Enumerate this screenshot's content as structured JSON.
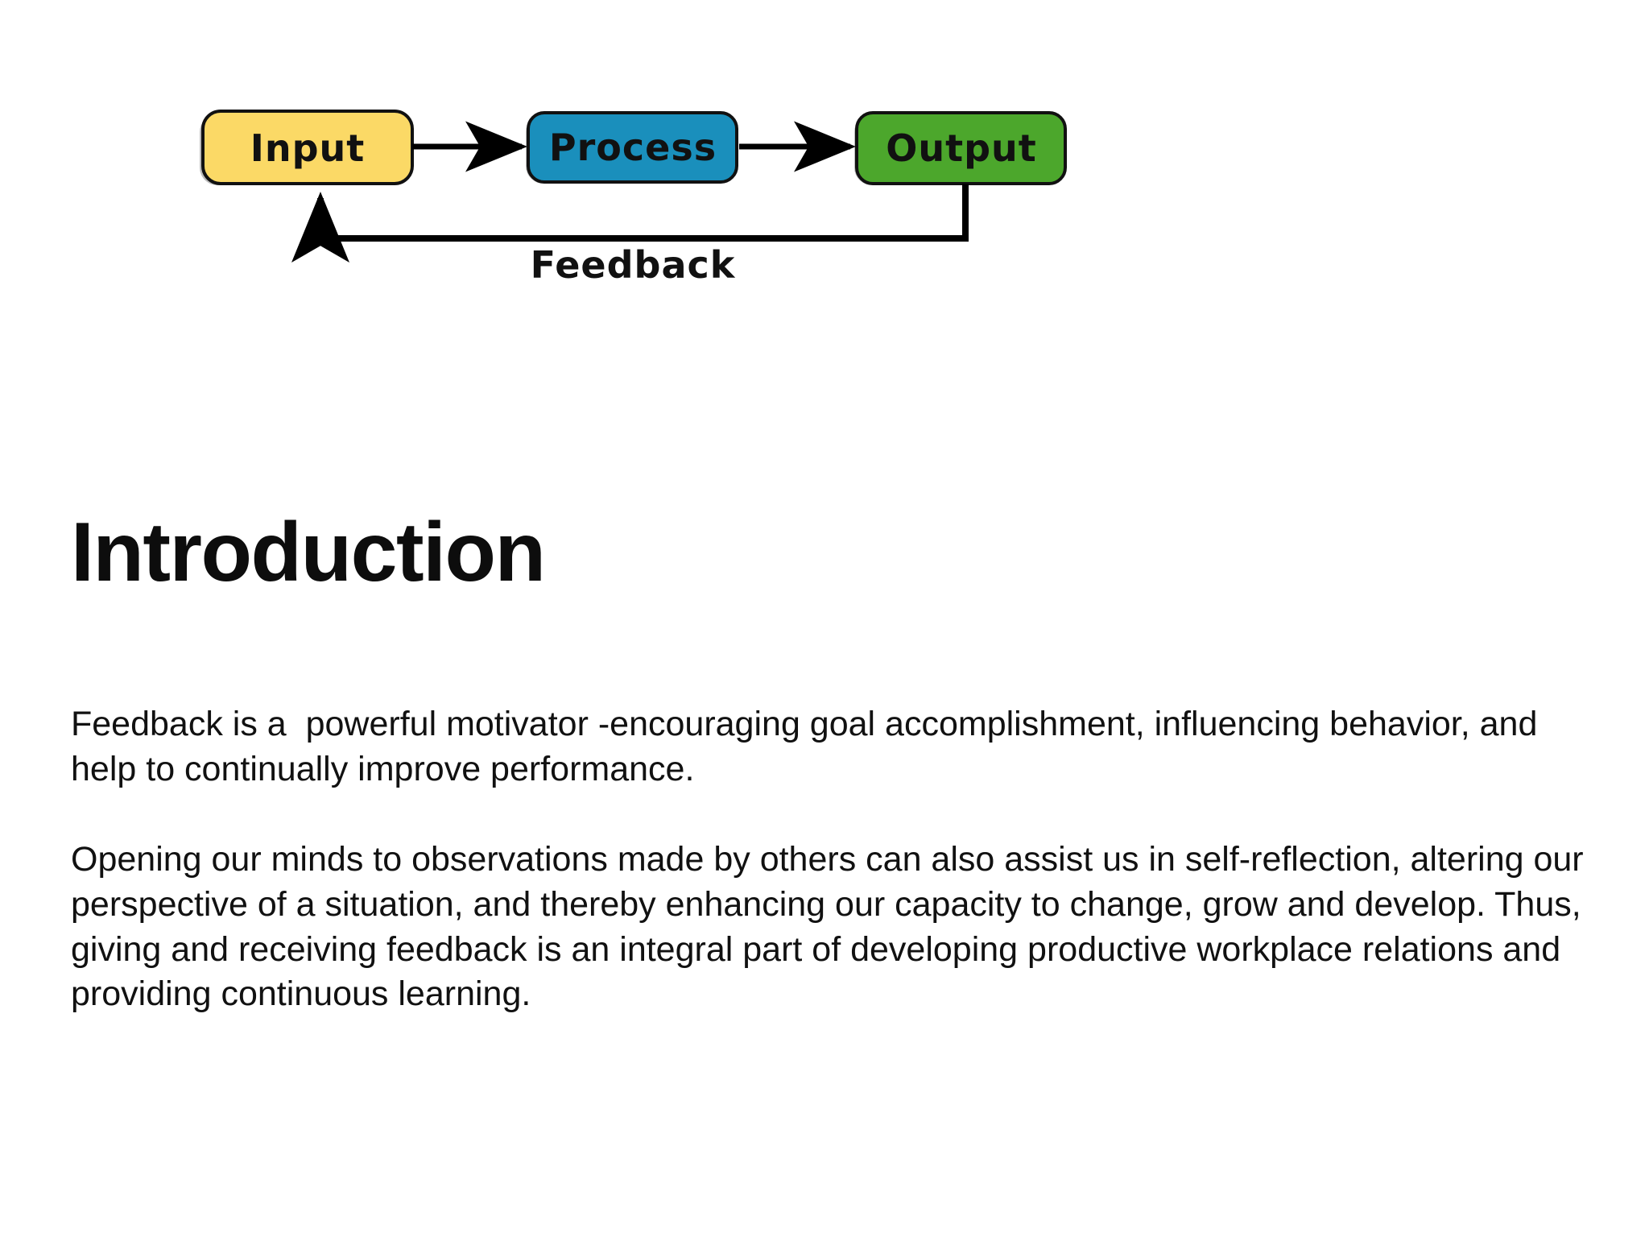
{
  "slide": {
    "background_color": "#ffffff",
    "title": "Introduction"
  },
  "diagram": {
    "name": "input-process-output-feedback-loop",
    "nodes": [
      {
        "id": "input",
        "label": "Input",
        "fill": "#FBD966",
        "stroke": "#111111"
      },
      {
        "id": "process",
        "label": "Process",
        "fill": "#1A8FBC",
        "stroke": "#111111"
      },
      {
        "id": "output",
        "label": "Output",
        "fill": "#4CA72C",
        "stroke": "#111111"
      }
    ],
    "connectors": [
      {
        "id": "input-to-process",
        "from": "input",
        "to": "process",
        "arrow": true
      },
      {
        "id": "process-to-output",
        "from": "process",
        "to": "output",
        "arrow": true
      },
      {
        "id": "output-to-input",
        "from": "output",
        "to": "input",
        "arrow": true,
        "label": "Feedback"
      }
    ],
    "loop_label": "Feedback",
    "line_color": "#000000"
  },
  "content": {
    "paragraph_1": "Feedback is a  powerful motivator -encouraging goal accomplishment, influencing behavior, and help to continually improve performance.",
    "paragraph_2": "Opening our minds to observations made by others can also assist us in self-reflection, altering our perspective of a situation, and thereby enhancing our capacity to change, grow and develop. Thus, giving and receiving feedback is an integral part of developing productive workplace relations and providing continuous learning."
  }
}
